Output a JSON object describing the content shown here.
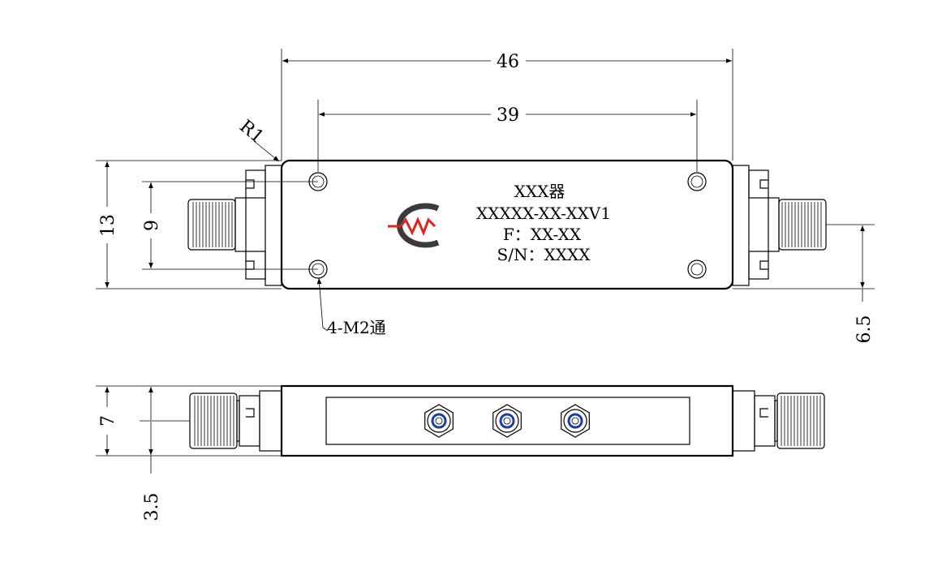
{
  "drawing": {
    "dimensions": {
      "overall_length": "46",
      "hole_spacing_x": "39",
      "height": "13",
      "hole_spacing_y": "9",
      "connector_height": "6.5",
      "side_thickness": "7",
      "side_offset": "3.5",
      "corner_radius": "R1",
      "holes": "4-M2通"
    },
    "label": {
      "line1": "XXX器",
      "line2": "XXXXX-XX-XXV1",
      "line3": "F：XX-XX",
      "line4": "S/N：XXXX"
    },
    "colors": {
      "logo_red": "#e0251b",
      "logo_dark": "#3b3b3b",
      "screw_blue": "#1a3fa8"
    }
  }
}
